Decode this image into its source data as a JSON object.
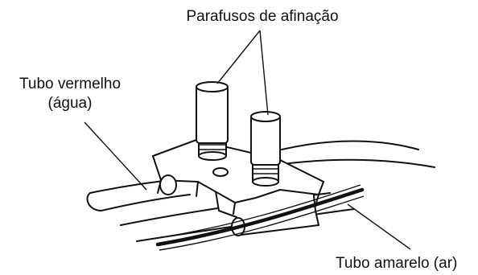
{
  "labels": {
    "adjusting_screws": "Parafusos de afinação",
    "red_tube_line1": "Tubo vermelho",
    "red_tube_line2": "(água)",
    "yellow_tube": "Tubo amarelo (ar)"
  },
  "colors": {
    "ink": "#111111",
    "background": "#ffffff"
  }
}
